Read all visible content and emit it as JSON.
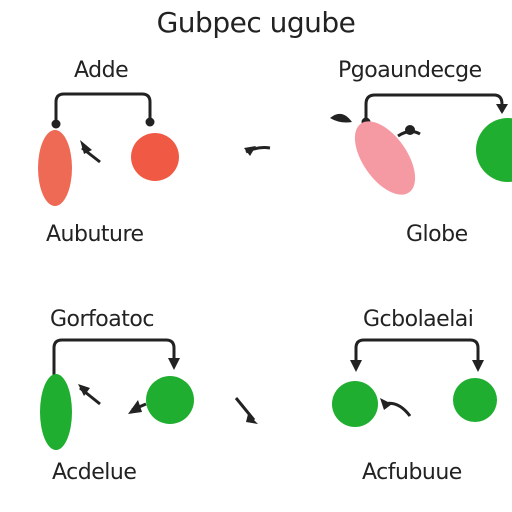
{
  "title": "Gubpec ugube",
  "panels": [
    {
      "top_label": "Adde",
      "bottom_label": "Aubuture"
    },
    {
      "top_label": "Pgoaundecge",
      "bottom_label": "Globe"
    },
    {
      "top_label": "Gorfoatoc",
      "bottom_label": "Acdelue"
    },
    {
      "top_label": "Gcbolaelai",
      "bottom_label": "Acfubuue"
    }
  ],
  "colors": {
    "red": "#ee6a55",
    "coral": "#f4585a",
    "pink": "#f59aa2",
    "green": "#1fae2f",
    "ink": "#222222"
  }
}
